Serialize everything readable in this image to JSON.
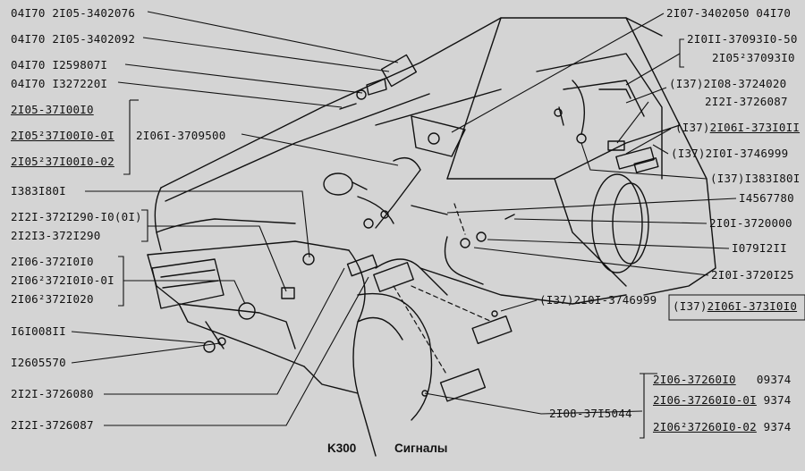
{
  "caption": {
    "code": "K300",
    "title": "Сигналы"
  },
  "labels": {
    "l1": "04I70  2I05-3402076",
    "l2": "04I70  2I05-3402092",
    "l3": "04I70  I259807I",
    "l4": "04I70  I327220I",
    "l5": "2I05-37I00I0",
    "l6": "2I05²37I00I0-0I",
    "l7": "2I05²37I00I0-02",
    "l8": "2I06I-3709500",
    "l9": "I383I80I",
    "l10": "2I2I-372I290-I0(0I)",
    "l11": "2I2I3-372I290",
    "l12": "2I06-372I0I0",
    "l13": "2I06²372I0I0-0I",
    "l14": "2I06²372I020",
    "l15": "I6I008II",
    "l16": "I2605570",
    "l17": "2I2I-3726080",
    "l18": "2I2I-3726087",
    "r1": "2I07-3402050  04I70",
    "r2": "2I0II-37093I0-50",
    "r3": "2I05²37093I0",
    "r4": "(I37)2I08-3724020",
    "r5": "2I2I-3726087",
    "r6a": "(I37)",
    "r6b": "2I06I-373I0II",
    "r7": "(I37)2I0I-3746999",
    "r8": "(I37)I383I80I",
    "r9": "I4567780",
    "r10": "2I0I-3720000",
    "r11": "I079I2II",
    "r12": "2I0I-3720I25",
    "r13": "(I37)2I0I-3746999",
    "r14a": "(I37)",
    "r14b": "2I06I-373I0I0",
    "r15a": "2I06-37260I0",
    "r15b": "09374",
    "r16a": "2I06-37260I0-0I",
    "r16b": "9374",
    "r17a": "2I06²37260I0-02",
    "r17b": "9374",
    "r18": "2I08-37I5044"
  }
}
